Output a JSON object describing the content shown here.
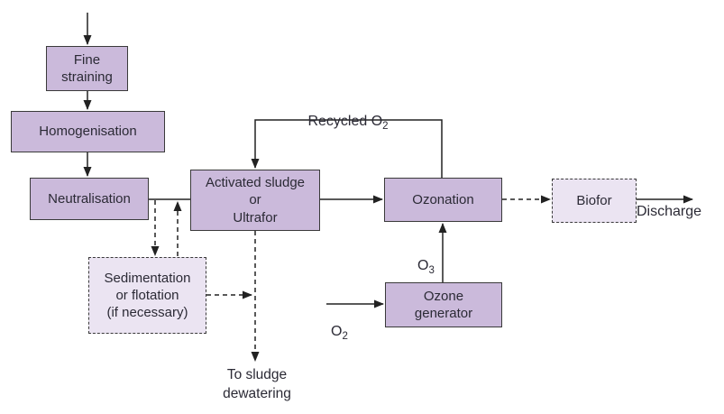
{
  "diagram": {
    "nodes": {
      "fine_straining": {
        "label": "Fine\nstraining",
        "style": "solid"
      },
      "homogenisation": {
        "label": "Homogenisation",
        "style": "solid"
      },
      "neutralisation": {
        "label": "Neutralisation",
        "style": "solid"
      },
      "activated_sludge": {
        "label": "Activated sludge\nor\nUltrafor",
        "style": "solid"
      },
      "ozonation": {
        "label": "Ozonation",
        "style": "solid"
      },
      "biofor": {
        "label": "Biofor",
        "style": "dashed"
      },
      "sedimentation": {
        "label": "Sedimentation\nor flotation\n(if necessary)",
        "style": "dashed"
      },
      "ozone_generator": {
        "label": "Ozone\ngenerator",
        "style": "solid"
      }
    },
    "labels": {
      "recycled_o2": {
        "text": "Recycled O",
        "sub": "2"
      },
      "o3": {
        "text": "O",
        "sub": "3"
      },
      "o2": {
        "text": "O",
        "sub": "2"
      },
      "discharge": "Discharge",
      "to_sludge_dewatering": "To sludge\ndewatering"
    },
    "edges": [
      {
        "from": "influent",
        "to": "fine_straining",
        "style": "solid"
      },
      {
        "from": "fine_straining",
        "to": "homogenisation",
        "style": "solid"
      },
      {
        "from": "homogenisation",
        "to": "neutralisation",
        "style": "solid"
      },
      {
        "from": "neutralisation",
        "to": "activated_sludge",
        "style": "solid"
      },
      {
        "from": "neutralisation",
        "to": "sedimentation",
        "style": "dashed"
      },
      {
        "from": "sedimentation",
        "to": "activated_sludge",
        "style": "dashed"
      },
      {
        "from": "activated_sludge",
        "to": "ozonation",
        "style": "solid"
      },
      {
        "from": "ozonation",
        "to": "activated_sludge",
        "style": "solid",
        "label": "Recycled O2"
      },
      {
        "from": "ozonation",
        "to": "biofor",
        "style": "dashed"
      },
      {
        "from": "biofor",
        "to": "discharge",
        "style": "solid",
        "label": "Discharge"
      },
      {
        "from": "o2_supply",
        "to": "ozone_generator",
        "style": "solid",
        "label": "O2"
      },
      {
        "from": "ozone_generator",
        "to": "ozonation",
        "style": "solid",
        "label": "O3"
      },
      {
        "from": "sedimentation",
        "to": "sludge_dewatering",
        "style": "dashed"
      },
      {
        "from": "activated_sludge",
        "to": "sludge_dewatering",
        "style": "dashed",
        "label": "To sludge dewatering"
      }
    ],
    "colors": {
      "solid_fill": "#cbbadb",
      "dashed_fill": "#ebe4f2",
      "border": "#3a3a3a",
      "line": "#222222",
      "text": "#2b2a35",
      "background": "#ffffff"
    }
  }
}
